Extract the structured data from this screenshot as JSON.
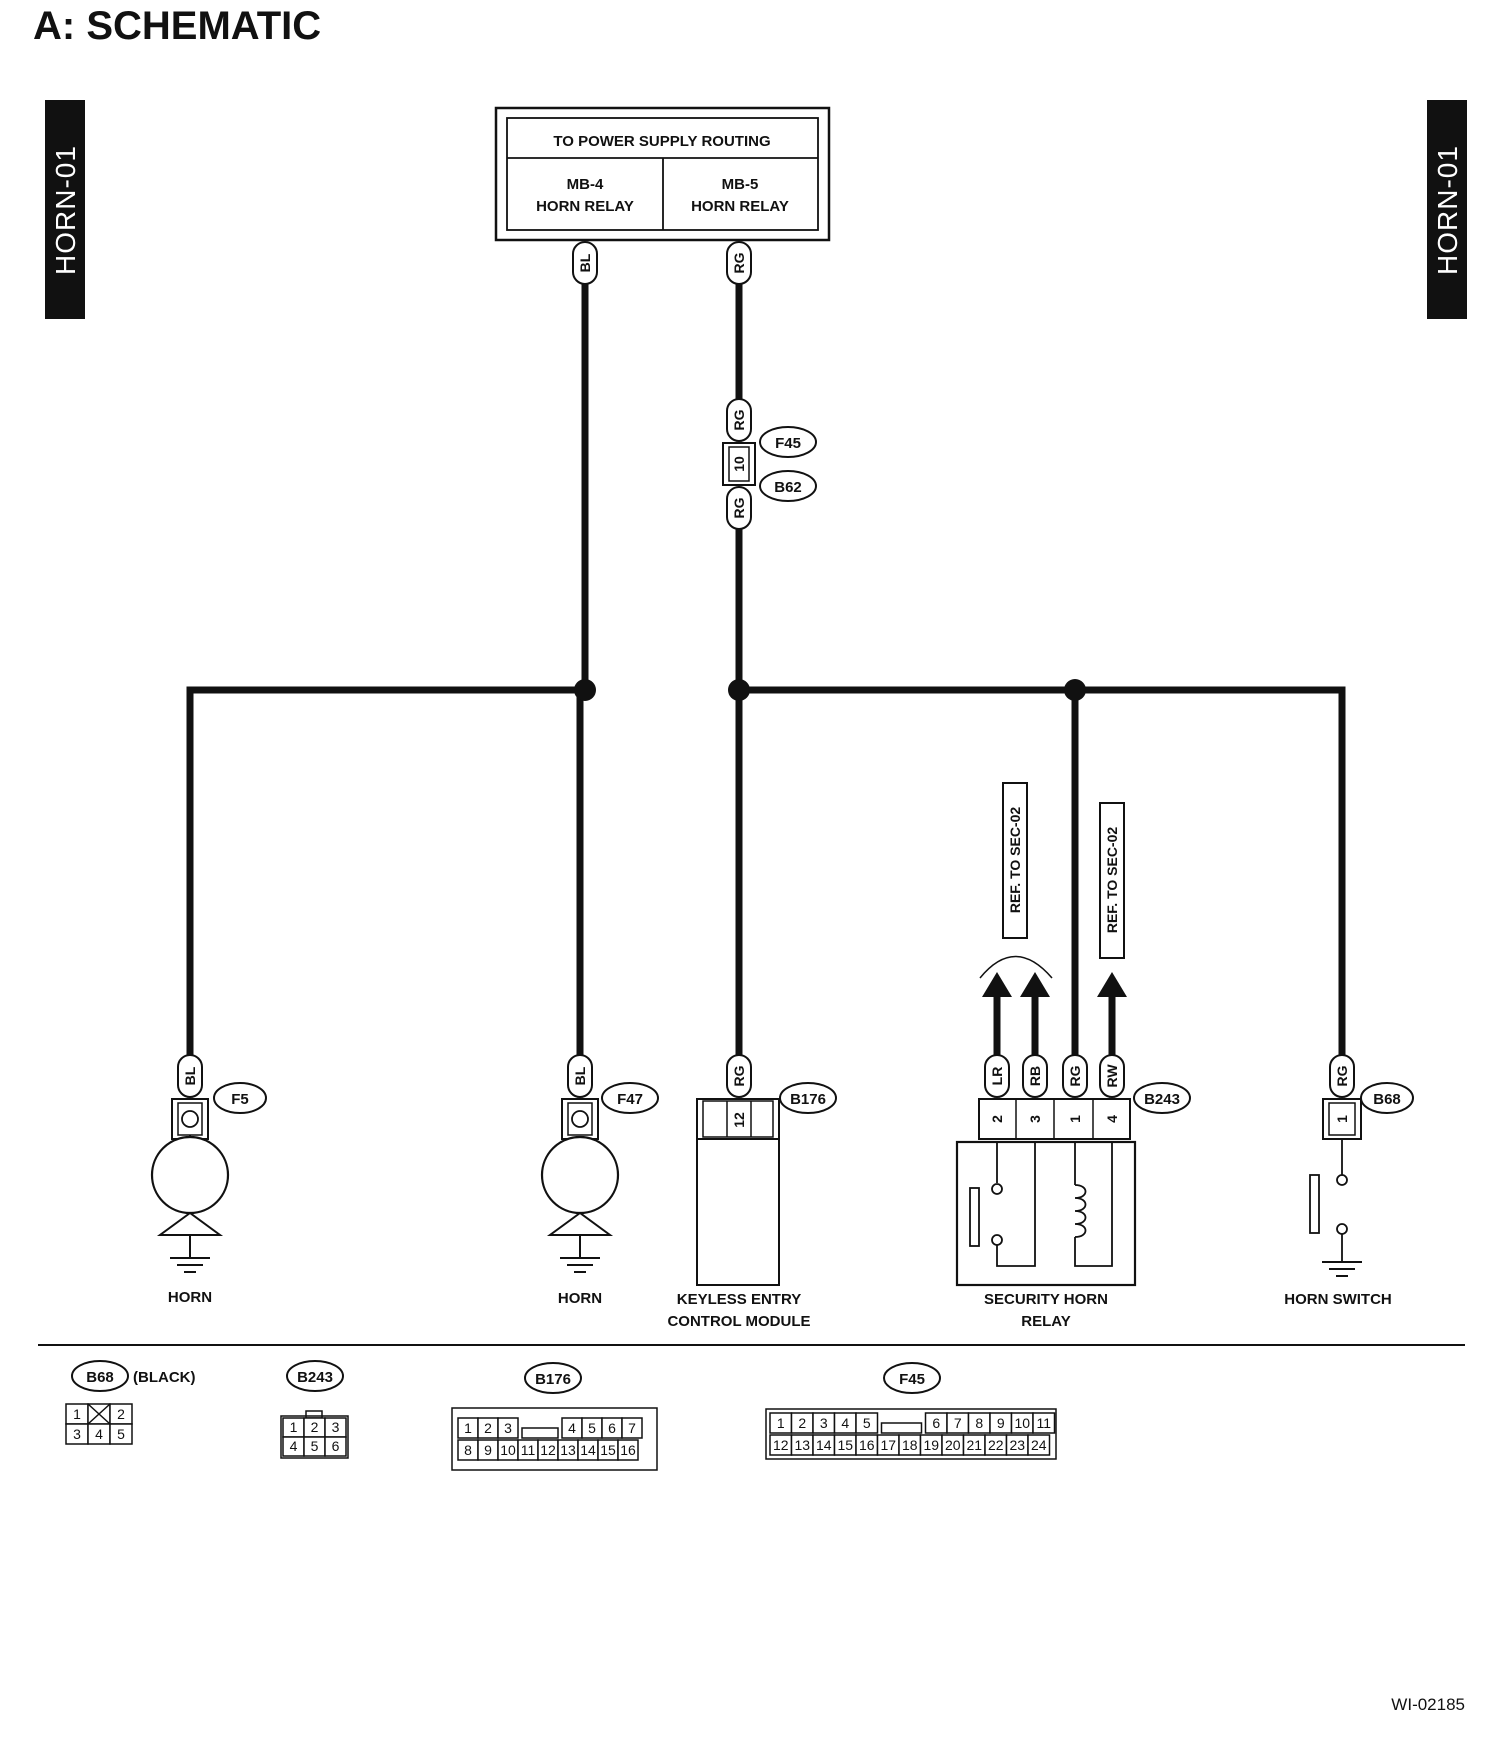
{
  "title": "A: SCHEMATIC",
  "side_tab": "HORN-01",
  "figure_id": "WI-02185",
  "power_box": {
    "header": "TO POWER SUPPLY ROUTING",
    "left": {
      "line1": "MB-4",
      "line2": "HORN RELAY"
    },
    "right": {
      "line1": "MB-5",
      "line2": "HORN RELAY"
    }
  },
  "wires": {
    "bl": "BL",
    "rg": "RG",
    "lr": "LR",
    "rb": "RB",
    "rw": "RW"
  },
  "connectors": {
    "f45": "F45",
    "b62": "B62",
    "pin10": "10",
    "f5": "F5",
    "f47": "F47",
    "b176": "B176",
    "pin12": "12",
    "b243": "B243",
    "b243_pins": [
      "2",
      "3",
      "1",
      "4"
    ],
    "b68": "B68",
    "pin1": "1"
  },
  "refs": {
    "sec02": "REF. TO SEC-02"
  },
  "components": {
    "horn": "HORN",
    "keyless": {
      "line1": "KEYLESS ENTRY",
      "line2": "CONTROL MODULE"
    },
    "security": {
      "line1": "SECURITY HORN",
      "line2": "RELAY"
    },
    "horn_switch": "HORN SWITCH"
  },
  "legend": {
    "b68": {
      "name": "B68",
      "note": "(BLACK)",
      "row1": [
        "1",
        "",
        "2"
      ],
      "row2": [
        "3",
        "4",
        "5"
      ]
    },
    "b243": {
      "name": "B243",
      "row1": [
        "1",
        "2",
        "3"
      ],
      "row2": [
        "4",
        "5",
        "6"
      ]
    },
    "b176": {
      "name": "B176",
      "row1": [
        "1",
        "2",
        "3",
        "",
        "4",
        "5",
        "6",
        "7"
      ],
      "row2": [
        "8",
        "9",
        "10",
        "11",
        "12",
        "13",
        "14",
        "15",
        "16"
      ]
    },
    "f45": {
      "name": "F45",
      "row1": [
        "1",
        "2",
        "3",
        "4",
        "5",
        "",
        "6",
        "7",
        "8",
        "9",
        "10",
        "11"
      ],
      "row2": [
        "12",
        "13",
        "14",
        "15",
        "16",
        "17",
        "18",
        "19",
        "20",
        "21",
        "22",
        "23",
        "24"
      ]
    }
  }
}
